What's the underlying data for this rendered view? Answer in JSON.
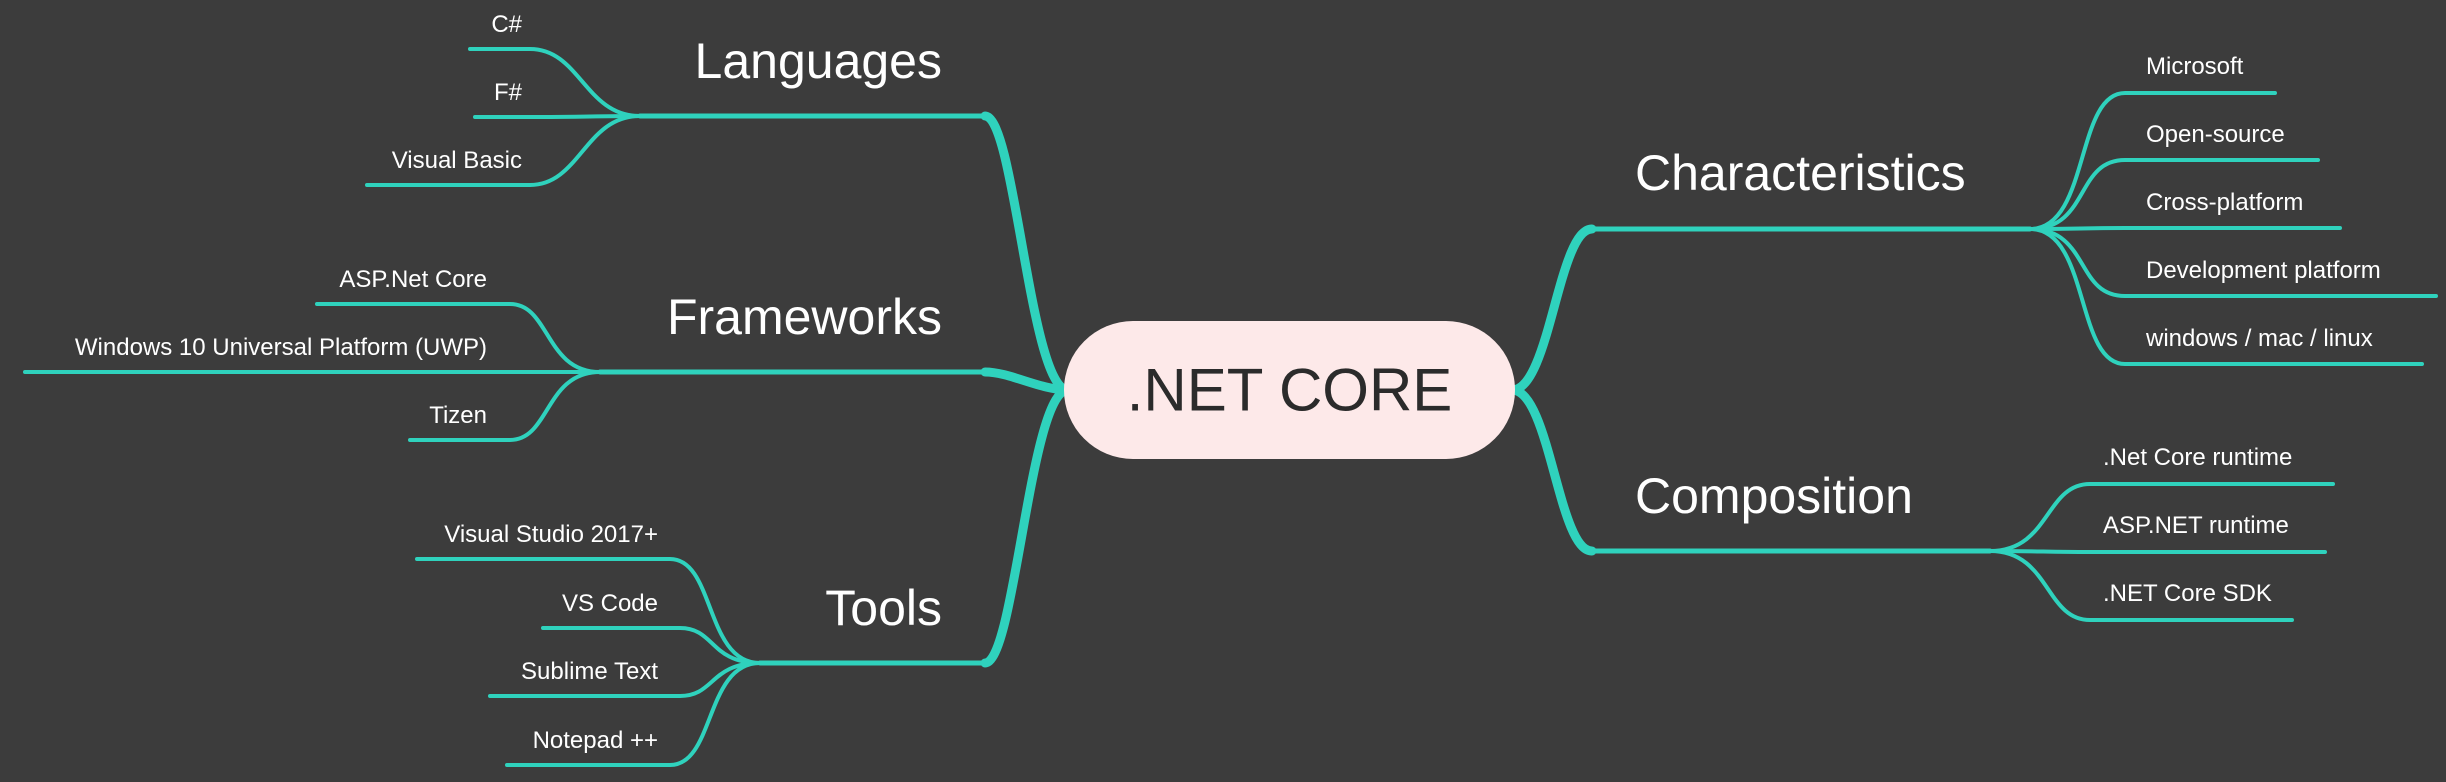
{
  "colors": {
    "background": "#3c3c3c",
    "connector": "#2fd2bd",
    "central_fill": "#fde9e9",
    "central_text": "#2b2b2b",
    "label_text": "#ffffff"
  },
  "central_topic": {
    "label": ".NET CORE"
  },
  "branches": {
    "languages": {
      "label": "Languages",
      "items": [
        "C#",
        "F#",
        "Visual Basic"
      ]
    },
    "frameworks": {
      "label": "Frameworks",
      "items": [
        "ASP.Net Core",
        "Windows 10 Universal Platform (UWP)",
        "Tizen"
      ]
    },
    "tools": {
      "label": "Tools",
      "items": [
        "Visual Studio 2017+",
        "VS Code",
        "Sublime Text",
        "Notepad ++"
      ]
    },
    "characteristics": {
      "label": "Characteristics",
      "items": [
        "Microsoft",
        "Open-source",
        "Cross-platform",
        "Development platform",
        "windows / mac / linux"
      ]
    },
    "composition": {
      "label": "Composition",
      "items": [
        ".Net Core runtime",
        "ASP.NET runtime",
        ".NET Core SDK"
      ]
    }
  }
}
